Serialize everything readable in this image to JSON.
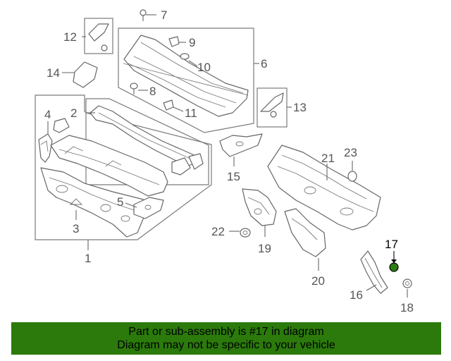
{
  "diagram": {
    "highlight_color": "#2e7d12",
    "callouts": [
      {
        "id": "1",
        "label": "1"
      },
      {
        "id": "2",
        "label": "2"
      },
      {
        "id": "3",
        "label": "3"
      },
      {
        "id": "4",
        "label": "4"
      },
      {
        "id": "5",
        "label": "5"
      },
      {
        "id": "6",
        "label": "6"
      },
      {
        "id": "7",
        "label": "7"
      },
      {
        "id": "8",
        "label": "8"
      },
      {
        "id": "9",
        "label": "9"
      },
      {
        "id": "10",
        "label": "10"
      },
      {
        "id": "11",
        "label": "11"
      },
      {
        "id": "12",
        "label": "12"
      },
      {
        "id": "13",
        "label": "13"
      },
      {
        "id": "14",
        "label": "14"
      },
      {
        "id": "15",
        "label": "15"
      },
      {
        "id": "16",
        "label": "16"
      },
      {
        "id": "17",
        "label": "17"
      },
      {
        "id": "18",
        "label": "18"
      },
      {
        "id": "19",
        "label": "19"
      },
      {
        "id": "20",
        "label": "20"
      },
      {
        "id": "21",
        "label": "21"
      },
      {
        "id": "22",
        "label": "22"
      },
      {
        "id": "23",
        "label": "23"
      }
    ]
  },
  "banner": {
    "background": "#2b7a0b",
    "line1": "Part or sub-assembly is #17 in diagram",
    "line2": "Diagram may not be specific to your vehicle"
  }
}
